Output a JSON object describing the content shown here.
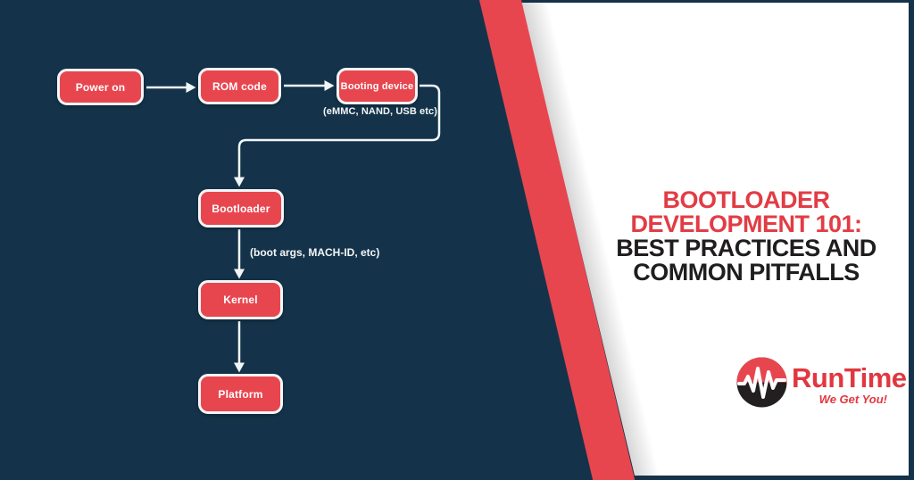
{
  "colors": {
    "background_navy": "#14334a",
    "accent_red": "#e8464f",
    "title_red": "#e23c45",
    "title_dark": "#1f1d1e",
    "logo_red": "#e23740",
    "logo_black": "#231f20",
    "line_white": "#f2f6f7"
  },
  "flowchart": {
    "nodes": [
      {
        "id": "power-on",
        "label": "Power on"
      },
      {
        "id": "rom-code",
        "label": "ROM code"
      },
      {
        "id": "booting-device",
        "label": "Booting device"
      },
      {
        "id": "bootloader",
        "label": "Bootloader"
      },
      {
        "id": "kernel",
        "label": "Kernel"
      },
      {
        "id": "platform",
        "label": "Platform"
      }
    ],
    "annotations": [
      {
        "id": "booting-device-note",
        "text": "(eMMC, NAND, USB etc)"
      },
      {
        "id": "bootloader-note",
        "text": "(boot args, MACH-ID, etc)"
      }
    ]
  },
  "title": {
    "red_line_1": "BOOTLOADER",
    "red_line_2": "DEVELOPMENT 101:",
    "dark_line_1": "BEST PRACTICES AND",
    "dark_line_2": "COMMON PITFALLS"
  },
  "logo": {
    "brand": "RunTime",
    "tagline": "We Get You!"
  }
}
